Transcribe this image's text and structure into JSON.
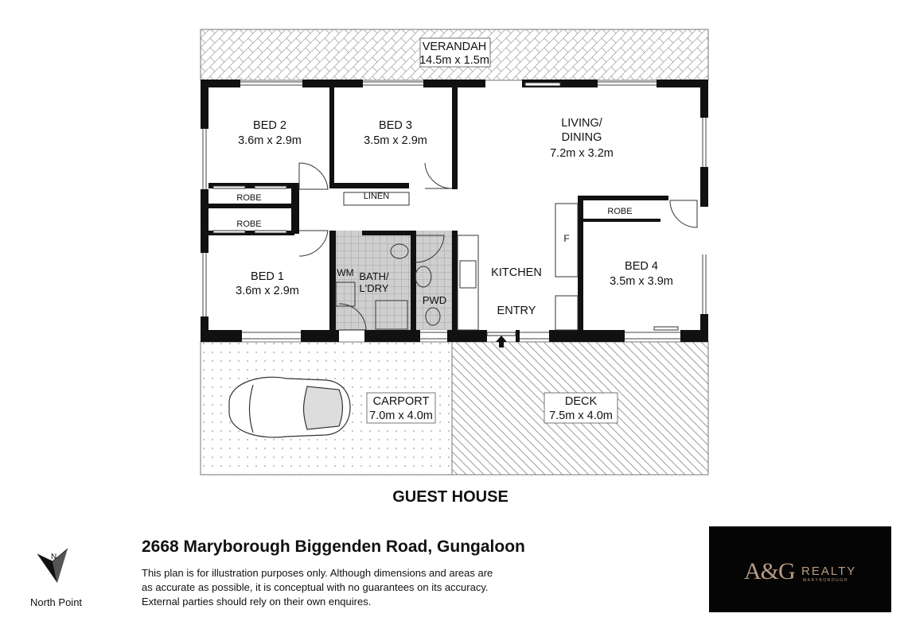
{
  "plan": {
    "title": "GUEST HOUSE",
    "rooms": {
      "verandah": {
        "name": "VERANDAH",
        "size": "14.5m x 1.5m"
      },
      "bed2": {
        "name": "BED 2",
        "size": "3.6m x 2.9m"
      },
      "bed3": {
        "name": "BED 3",
        "size": "3.5m x 2.9m"
      },
      "living": {
        "name_line1": "LIVING/",
        "name_line2": "DINING",
        "size": "7.2m x 3.2m"
      },
      "robe_bed2": "ROBE",
      "robe_bed1": "ROBE",
      "robe_bed4": "ROBE",
      "linen": "LINEN",
      "bed1": {
        "name": "BED 1",
        "size": "3.6m x 2.9m"
      },
      "wm": "WM",
      "bath": {
        "line1": "BATH/",
        "line2": "L'DRY"
      },
      "pwd": "PWD",
      "kitchen": "KITCHEN",
      "fridge": "F",
      "entry": "ENTRY",
      "bed4": {
        "name": "BED 4",
        "size": "3.5m x 3.9m"
      },
      "carport": {
        "name": "CARPORT",
        "size": "7.0m x 4.0m"
      },
      "deck": {
        "name": "DECK",
        "size": "7.5m x 4.0m"
      }
    }
  },
  "footer": {
    "address": "2668 Maryborough Biggenden Road, Gungaloon",
    "disclaimer": [
      "This plan is for illustration purposes only.  Although dimensions and areas are",
      "as accurate as possible, it is conceptual with no guarantees on its accuracy.",
      "External parties should rely on their own enquires."
    ],
    "north_label": "North Point",
    "north_letter": "N",
    "north_icon": "north-arrow-icon"
  },
  "logo": {
    "mark": "A&G",
    "word": "REALTY",
    "sub": "MARYBOROUGH",
    "background": "#050505",
    "color": "#b89b82"
  }
}
